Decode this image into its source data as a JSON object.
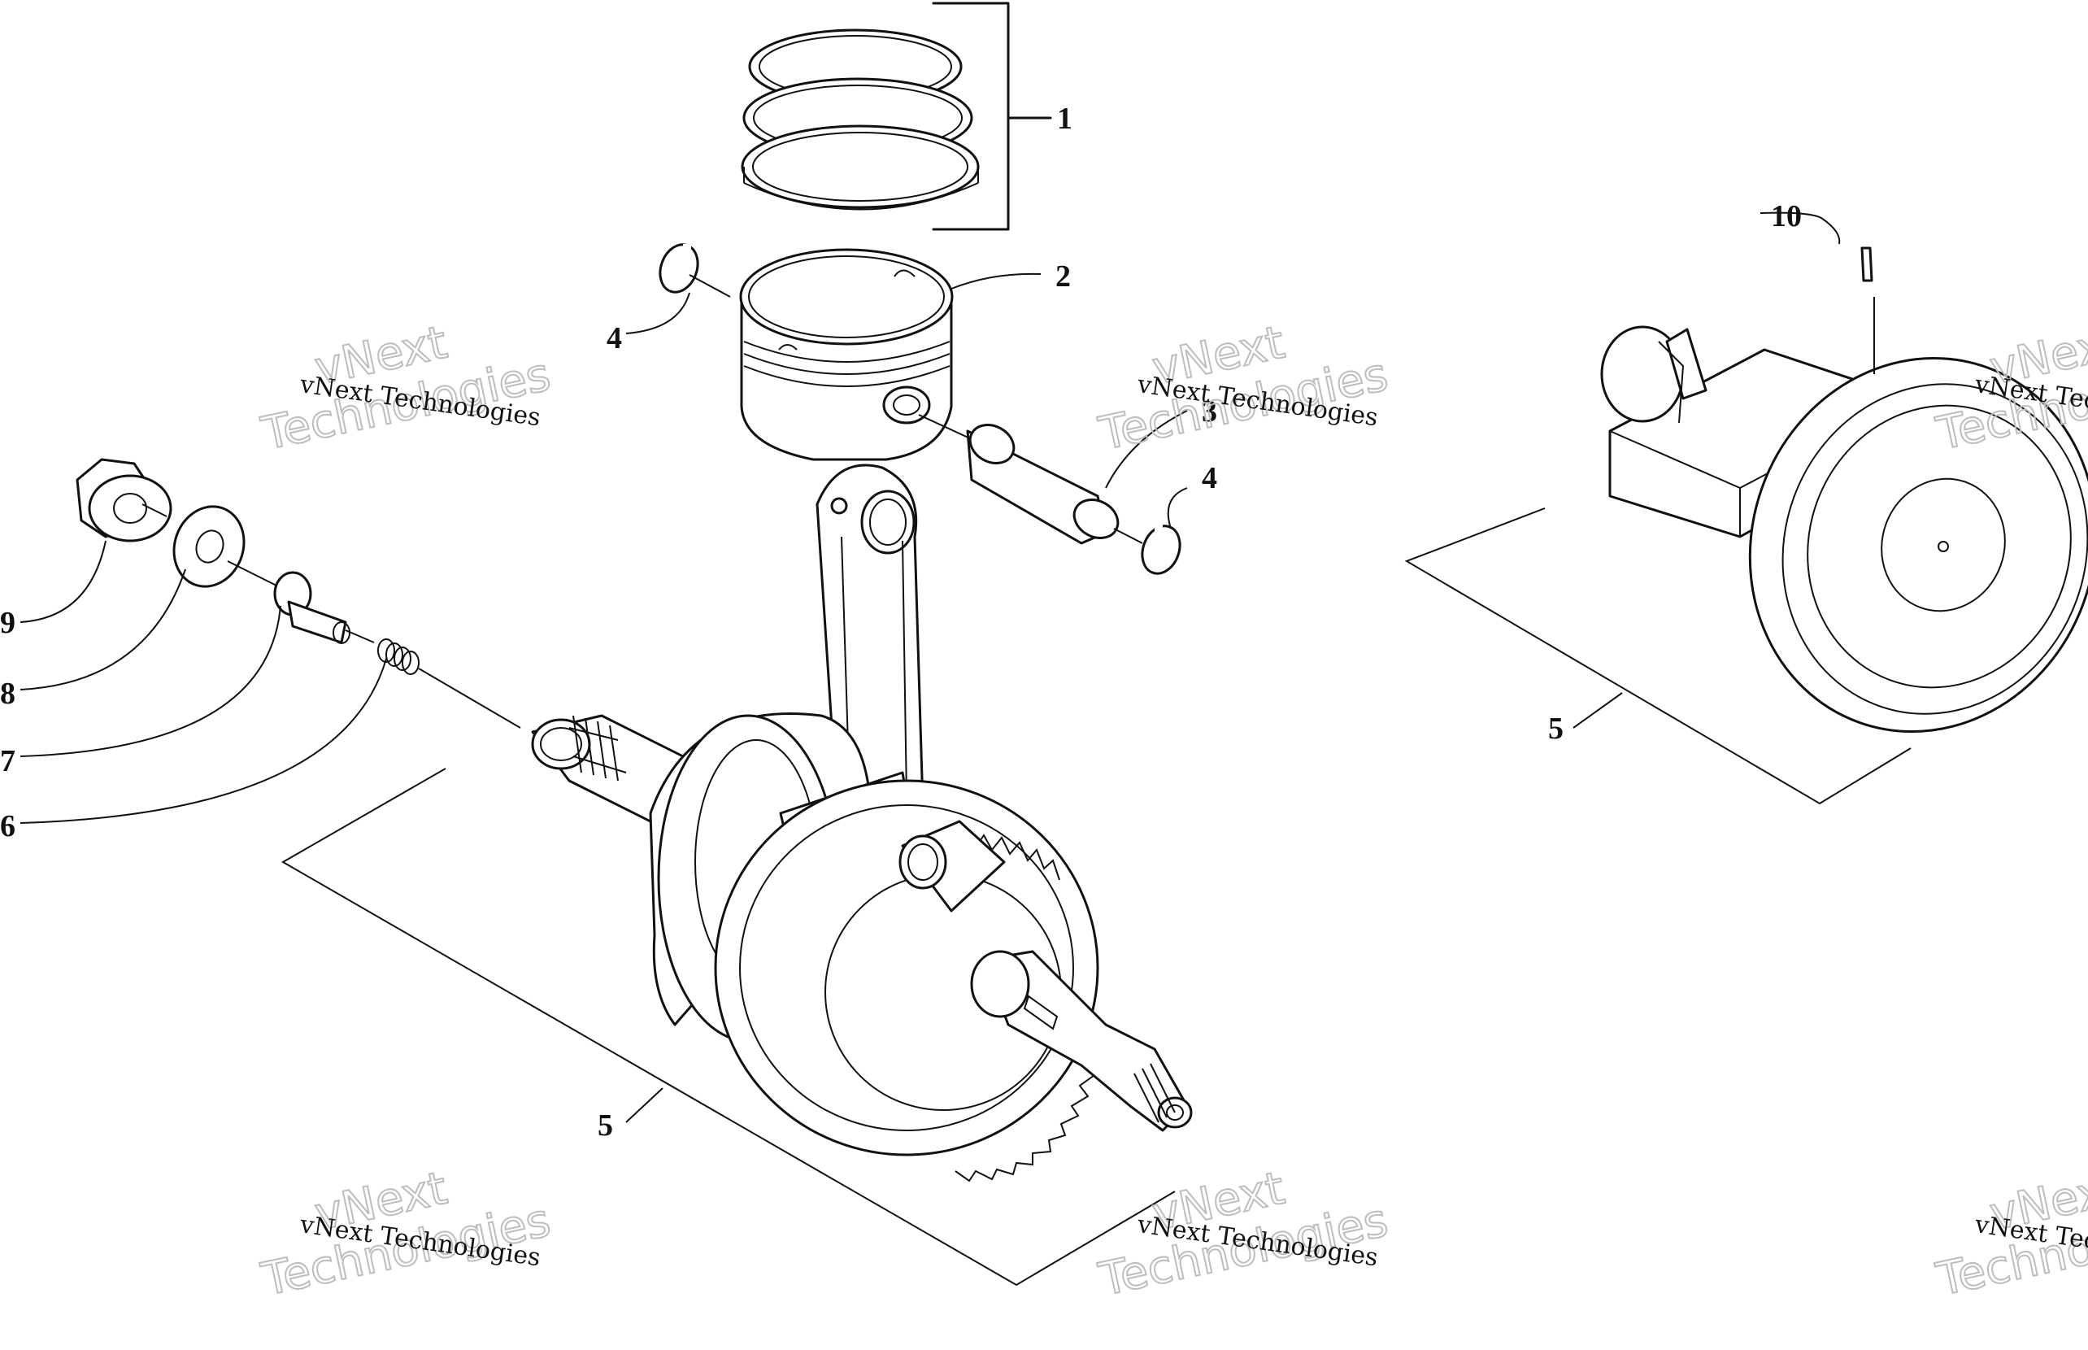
{
  "diagram": {
    "callouts": [
      {
        "id": "c1",
        "label": "1"
      },
      {
        "id": "c2",
        "label": "2"
      },
      {
        "id": "c3",
        "label": "3"
      },
      {
        "id": "c4a",
        "label": "4"
      },
      {
        "id": "c4b",
        "label": "4"
      },
      {
        "id": "c5a",
        "label": "5"
      },
      {
        "id": "c5b",
        "label": "5"
      },
      {
        "id": "c6",
        "label": "6"
      },
      {
        "id": "c7",
        "label": "7"
      },
      {
        "id": "c8",
        "label": "8"
      },
      {
        "id": "c9",
        "label": "9"
      },
      {
        "id": "c10",
        "label": "10"
      }
    ],
    "watermark": {
      "big_line1": "vNext",
      "big_line2": "Technologies",
      "small": "vNext Technologies"
    }
  }
}
